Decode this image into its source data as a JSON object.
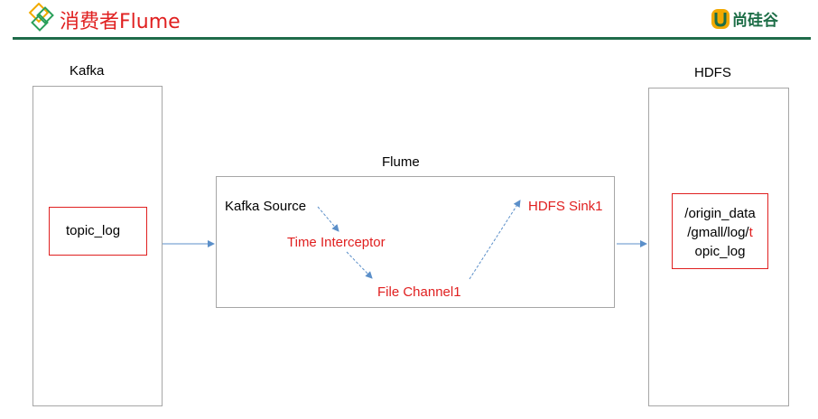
{
  "header": {
    "title": "消费者Flume",
    "brand": "尚硅谷",
    "colors": {
      "title": "#e02020",
      "rule": "#1f6b4a",
      "brand": "#1d6e47"
    }
  },
  "kafka": {
    "title": "Kafka",
    "topic": "topic_log"
  },
  "flume": {
    "title": "Flume",
    "source": "Kafka Source",
    "interceptor": "Time Interceptor",
    "channel": "File Channel1",
    "sink": "HDFS Sink1"
  },
  "hdfs": {
    "title": "HDFS",
    "path_line1": "/origin_data",
    "path_line2_black": "/gmall/log/",
    "path_line2_red": "t",
    "path_line3": "opic_log"
  },
  "colors": {
    "red": "#e02020",
    "arrow": "#5b8fc9",
    "border": "#a6a6a6"
  }
}
